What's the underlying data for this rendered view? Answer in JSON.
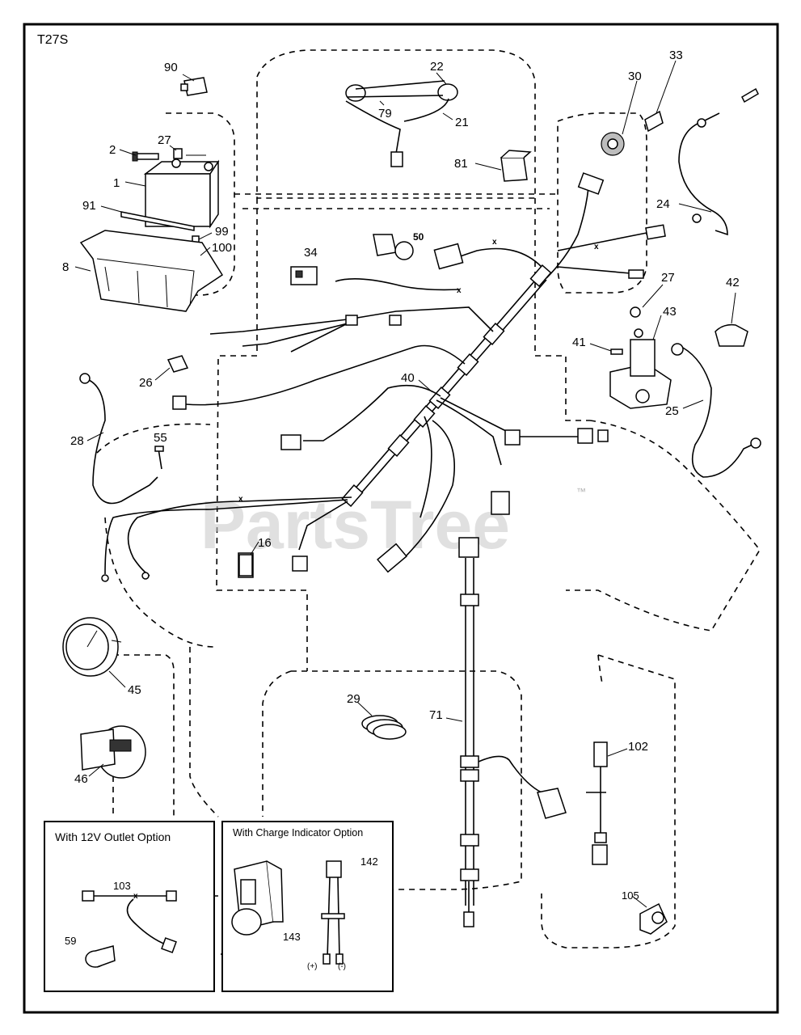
{
  "diagram_code": "T27S",
  "watermark": "PartsTree",
  "trademark": "™",
  "callouts": {
    "c90": "90",
    "c22": "22",
    "c30": "30",
    "c33": "33",
    "c27a": "27",
    "c2": "2",
    "c79": "79",
    "c21": "21",
    "c1": "1",
    "c81": "81",
    "c91": "91",
    "c24": "24",
    "c99": "99",
    "c100": "100",
    "c8": "8",
    "c34": "34",
    "c50": "50",
    "c27b": "27",
    "c42": "42",
    "c43": "43",
    "c41": "41",
    "c26": "26",
    "c40": "40",
    "c25": "25",
    "c28": "28",
    "c55": "55",
    "c16": "16",
    "c45": "45",
    "c29": "29",
    "c71": "71",
    "c102": "102",
    "c46": "46",
    "c103": "103",
    "c142": "142",
    "c59": "59",
    "c143": "143",
    "c105": "105"
  },
  "insets": {
    "outlet_title": "With 12V Outlet Option",
    "charge_title": "With Charge Indicator Option",
    "plus": "(+)",
    "minus": "(-)"
  }
}
